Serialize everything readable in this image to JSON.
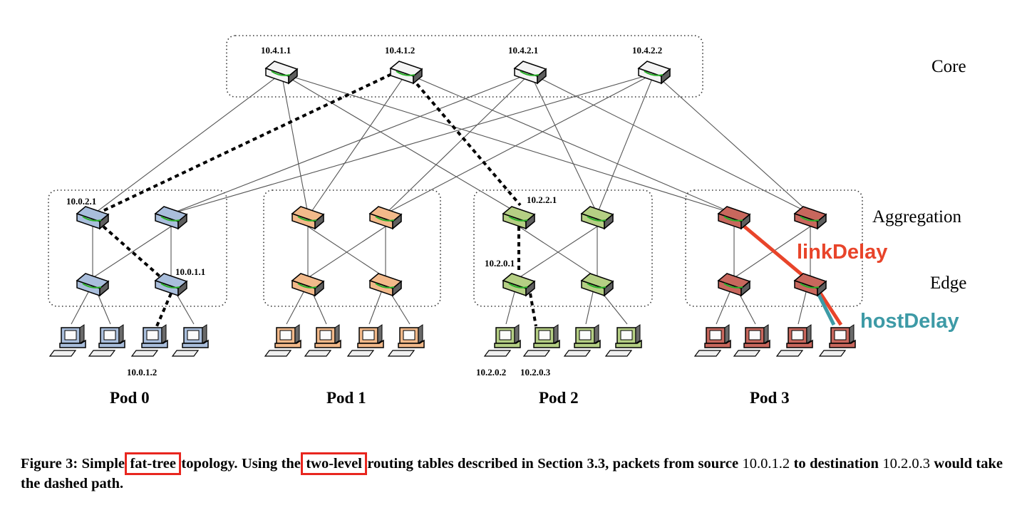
{
  "layers": {
    "core": "Core",
    "aggregation": "Aggregation",
    "edge": "Edge"
  },
  "core_labels": [
    "10.4.1.1",
    "10.4.1.2",
    "10.4.2.1",
    "10.4.2.2"
  ],
  "pods": [
    {
      "name": "Pod 0",
      "color": "#a9bedc",
      "dark": "#6d85ad",
      "agg_label": "10.0.2.1",
      "edge_label": "10.0.1.1",
      "host_labels": [
        "10.0.1.2"
      ]
    },
    {
      "name": "Pod 1",
      "color": "#f2b98a",
      "dark": "#c07c48"
    },
    {
      "name": "Pod 2",
      "color": "#b5cf84",
      "dark": "#7d9a4a",
      "agg_label": "10.2.2.1",
      "edge_label": "10.2.0.1",
      "host_labels": [
        "10.2.0.2",
        "10.2.0.3"
      ]
    },
    {
      "name": "Pod 3",
      "color": "#c8675d",
      "dark": "#8e3a33"
    }
  ],
  "annotations": {
    "link_delay": {
      "text": "linkDelay",
      "color": "#e8442a"
    },
    "host_delay": {
      "text": "hostDelay",
      "color": "#3d9aa6"
    }
  },
  "caption": {
    "p1": "Figure 3: Simple ",
    "hl1": "fat-tree",
    "p2": " topology. Using the ",
    "hl2": "two-level",
    "p3": " routing tables described in Section 3.3, packets from source ",
    "ip1": "10.0.1.2",
    "p4": " to destination ",
    "ip2": "10.2.0.3",
    "p5": " would take the dashed path.",
    "highlight_color": "#e8261f"
  }
}
